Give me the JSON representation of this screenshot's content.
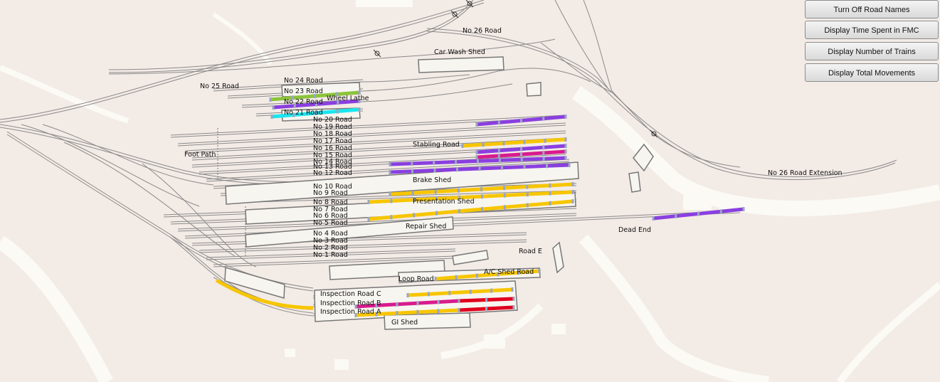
{
  "buttons": {
    "road_names": "Turn Off Road Names",
    "time_fmc": "Display Time Spent in FMC",
    "num_trains": "Display Number of Trains",
    "total_moves": "Display Total Movements"
  },
  "roads": {
    "r26": "No 26 Road",
    "r26ext": "No 26 Road Extension",
    "r25": "No 25 Road",
    "r24": "No 24 Road",
    "r23": "No 23 Road",
    "r22": "No 22 Road",
    "r21": "No 21 Road",
    "r20": "No 20 Road",
    "r19": "No 19 Road",
    "r18": "No 18 Road",
    "r17": "No 17 Road",
    "r16": "No 16 Road",
    "r15": "No 15 Road",
    "r14": "No 14 Road",
    "r13": "No 13 Road",
    "r12": "No 12 Road",
    "r10": "No 10 Road",
    "r9": "No 9 Road",
    "r8": "No 8 Road",
    "r7": "No 7 Road",
    "r6": "No 6 Road",
    "r5": "No 5 Road",
    "r4": "No 4 Road",
    "r3": "No 3 Road",
    "r2": "No 2 Road",
    "r1": "No 1 Road",
    "roadE": "Road E",
    "deadEnd": "Dead End",
    "loopRoad": "Loop Road",
    "inspC": "Inspection Road C",
    "inspB": "Inspection Road B",
    "inspA": "Inspection Road A",
    "footPath": "Foot Path"
  },
  "sheds": {
    "carWash": "Car Wash Shed",
    "wheelLathe": "Wheel Lathe",
    "stabling": "Stabling Road",
    "brake": "Brake Shed",
    "presentation": "Presentation Shed",
    "repair": "Repair Shed",
    "acShed": "A/C Shed Road",
    "giShed": "GI Shed"
  },
  "colors": {
    "background": "#f3ebe6",
    "road": "#fbfaf5",
    "track": "#8a8a8a",
    "yellow": "#f7c600",
    "purple": "#8a3fe0",
    "magenta": "#d81b8e",
    "green": "#8cc43c",
    "cyan": "#19e6ee",
    "red": "#e0001e"
  }
}
